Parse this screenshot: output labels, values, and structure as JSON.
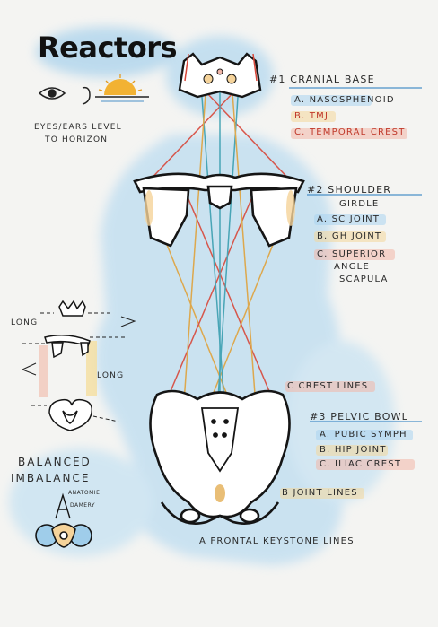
{
  "title": "Reactors",
  "eyes_label": [
    "EYES/EARS LEVEL",
    "TO HORIZON"
  ],
  "cranial": {
    "heading": "#1 CRANIAL BASE",
    "items": [
      "A. NASOSPHENOID",
      "B. TMJ",
      "C. TEMPORAL CREST"
    ]
  },
  "shoulder": {
    "heading": "#2 SHOULDER",
    "sub": "GIRDLE",
    "items": [
      "A. SC JOINT",
      "B. GH JOINT",
      "C. SUPERIOR",
      "ANGLE",
      "SCAPULA"
    ]
  },
  "pelvic": {
    "heading": "#3 PELVIC BOWL",
    "items": [
      "A. PUBIC SYMPH",
      "B. HIP JOINT",
      "C. ILIAC CREST"
    ]
  },
  "crest_lines": "C CREST LINES",
  "joint_lines": "B JOINT LINES",
  "keystone_lines": "A FRONTAL KEYSTONE LINES",
  "long_top": "LONG",
  "long_bottom": "LONG",
  "balanced": [
    "BALANCED",
    "IMBALANCE"
  ],
  "signature": [
    "ANATOMIE",
    "DAMERY"
  ],
  "colors": {
    "blue_wash": "#9fcdea",
    "red": "#d8473a",
    "orange": "#e0a23c",
    "teal": "#3a9fb0",
    "bone": "#ffffff",
    "outline": "#151515"
  }
}
